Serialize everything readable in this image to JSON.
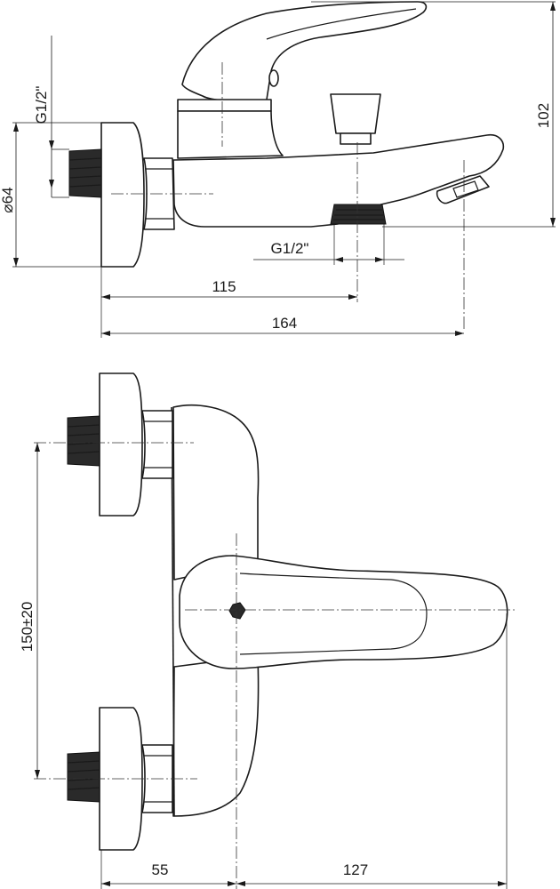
{
  "top_view": {
    "dim_thread_inlet": "G1/2\"",
    "dim_diameter": "⌀64",
    "dim_height": "102",
    "dim_thread_outlet": "G1/2\"",
    "dim_outlet_distance": "115",
    "dim_spout_length": "164"
  },
  "front_view": {
    "dim_inlet_spacing": "150±20",
    "dim_wall_to_center": "55",
    "dim_center_to_lever": "127"
  },
  "colors": {
    "line": "#1a1a1a",
    "background": "#ffffff"
  }
}
